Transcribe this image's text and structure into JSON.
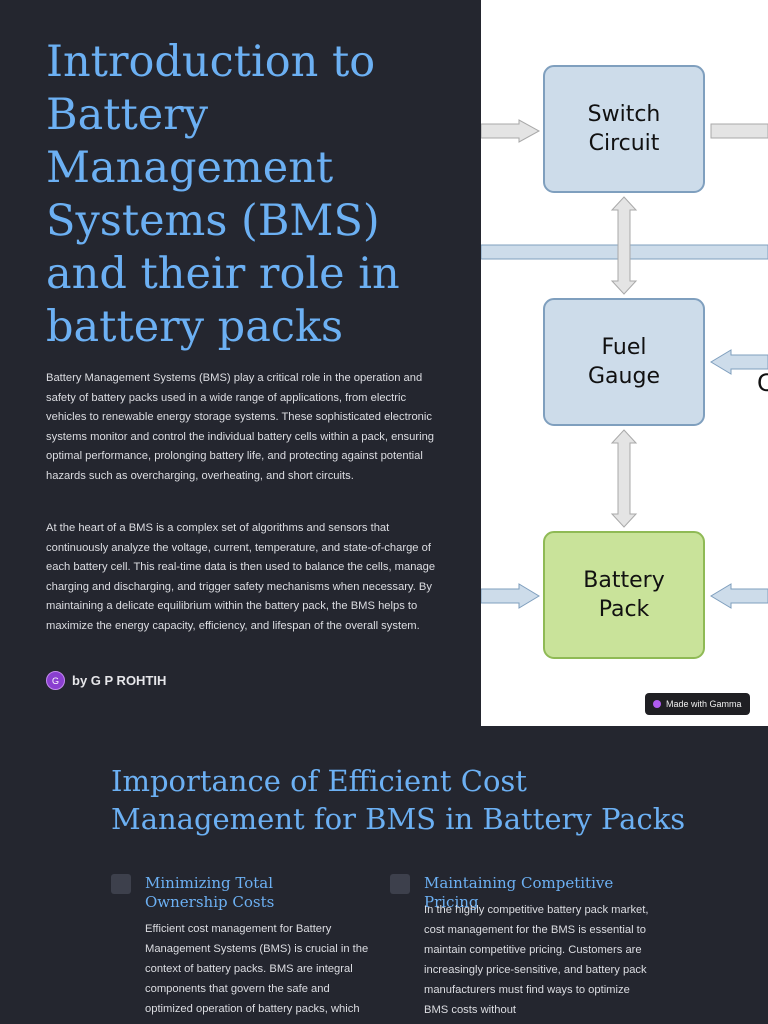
{
  "slide1": {
    "title": "Introduction to Battery Management Systems (BMS) and their role in battery packs",
    "paragraph1": "Battery Management Systems (BMS) play a critical role in the operation and safety of battery packs used in a wide range of applications, from electric vehicles to renewable energy storage systems. These sophisticated electronic systems monitor and control the individual battery cells within a pack, ensuring optimal performance, prolonging battery life, and protecting against potential hazards such as overcharging, overheating, and short circuits.",
    "paragraph2": "At the heart of a BMS is a complex set of algorithms and sensors that continuously analyze the voltage, current, temperature, and state-of-charge of each battery cell. This real-time data is then used to balance the cells, manage charging and discharging, and trigger safety mechanisms when necessary. By maintaining a delicate equilibrium within the battery pack, the BMS helps to maximize the energy capacity, efficiency, and lifespan of the overall system.",
    "author_initial": "G",
    "author": "by G P ROHTIH"
  },
  "diagram": {
    "switch_circuit": "Switch\nCircuit",
    "fuel_gauge": "Fuel\nGauge",
    "battery_pack": "Battery\nPack",
    "cut_label": "C"
  },
  "badge": {
    "label": "Made with Gamma"
  },
  "slide2": {
    "title": "Importance of Efficient Cost Management for BMS in Battery Packs",
    "col1_heading": "Minimizing Total Ownership Costs",
    "col1_body": "Efficient cost management for Battery Management Systems (BMS) is crucial in the context of battery packs. BMS are integral components that govern the safe and optimized operation of battery packs, which",
    "col2_heading": "Maintaining Competitive Pricing",
    "col2_body": "In the highly competitive battery pack market, cost management for the BMS is essential to maintain competitive pricing. Customers are increasingly price-sensitive, and battery pack manufacturers must find ways to optimize BMS costs without"
  },
  "colors": {
    "background": "#24262f",
    "accent": "#6cb0f3",
    "box_blue": "#cddcea",
    "box_green": "#c9e39a"
  }
}
